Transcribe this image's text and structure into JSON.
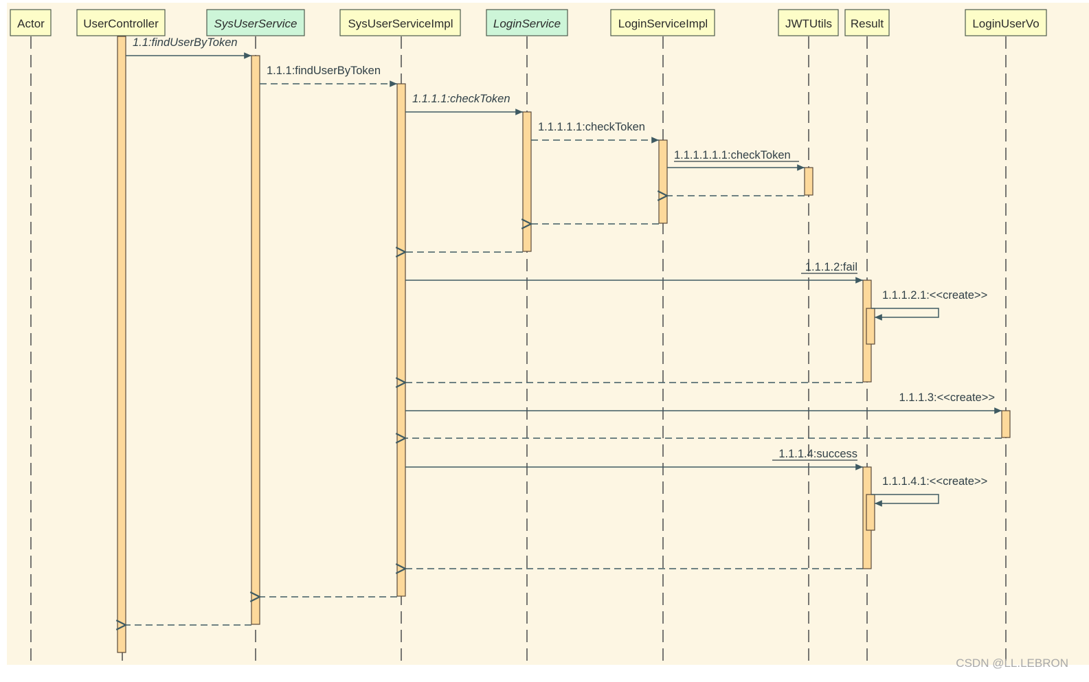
{
  "diagram": {
    "type": "sequence",
    "colors": {
      "background": "#fdf6e3",
      "interface_head": "#cdf5d8",
      "class_head": "#fdfdc8",
      "activation": "#fdd99b",
      "message": "#3e5a62"
    },
    "participants": [
      {
        "id": "actor",
        "name": "Actor",
        "kind": "class"
      },
      {
        "id": "usercontroller",
        "name": "UserController",
        "kind": "class"
      },
      {
        "id": "sysuserservice",
        "name": "SysUserService",
        "kind": "interface"
      },
      {
        "id": "sysuserserviceimpl",
        "name": "SysUserServiceImpl",
        "kind": "class"
      },
      {
        "id": "loginservice",
        "name": "LoginService",
        "kind": "interface"
      },
      {
        "id": "loginserviceimpl",
        "name": "LoginServiceImpl",
        "kind": "class"
      },
      {
        "id": "jwtutils",
        "name": "JWTUtils",
        "kind": "class"
      },
      {
        "id": "result",
        "name": "Result",
        "kind": "class"
      },
      {
        "id": "loginuservo",
        "name": "LoginUserVo",
        "kind": "class"
      }
    ],
    "messages": [
      {
        "from": "usercontroller",
        "to": "sysuserservice",
        "label": "1.1:findUserByToken",
        "kind": "call",
        "italic": true
      },
      {
        "from": "sysuserservice",
        "to": "sysuserserviceimpl",
        "label": "1.1.1:findUserByToken",
        "kind": "call-dashed"
      },
      {
        "from": "sysuserserviceimpl",
        "to": "loginservice",
        "label": "1.1.1.1:checkToken",
        "kind": "call",
        "italic": true
      },
      {
        "from": "loginservice",
        "to": "loginserviceimpl",
        "label": "1.1.1.1.1:checkToken",
        "kind": "call-dashed"
      },
      {
        "from": "loginserviceimpl",
        "to": "jwtutils",
        "label": "1.1.1.1.1.1:checkToken",
        "kind": "call",
        "underline": true
      },
      {
        "from": "jwtutils",
        "to": "loginserviceimpl",
        "label": "",
        "kind": "return"
      },
      {
        "from": "loginserviceimpl",
        "to": "loginservice",
        "label": "",
        "kind": "return"
      },
      {
        "from": "loginservice",
        "to": "sysuserserviceimpl",
        "label": "",
        "kind": "return"
      },
      {
        "from": "sysuserserviceimpl",
        "to": "result",
        "label": "1.1.1.2:fail",
        "kind": "call",
        "underline": true
      },
      {
        "from": "result",
        "to": "result",
        "label": "1.1.1.2.1:<<create>>",
        "kind": "self"
      },
      {
        "from": "result",
        "to": "sysuserserviceimpl",
        "label": "",
        "kind": "return"
      },
      {
        "from": "sysuserserviceimpl",
        "to": "loginuservo",
        "label": "1.1.1.3:<<create>>",
        "kind": "call"
      },
      {
        "from": "loginuservo",
        "to": "sysuserserviceimpl",
        "label": "",
        "kind": "return"
      },
      {
        "from": "sysuserserviceimpl",
        "to": "result",
        "label": "1.1.1.4:success",
        "kind": "call",
        "underline": true
      },
      {
        "from": "result",
        "to": "result",
        "label": "1.1.1.4.1:<<create>>",
        "kind": "self"
      },
      {
        "from": "result",
        "to": "sysuserserviceimpl",
        "label": "",
        "kind": "return"
      },
      {
        "from": "sysuserserviceimpl",
        "to": "sysuserservice",
        "label": "",
        "kind": "return"
      },
      {
        "from": "sysuserservice",
        "to": "usercontroller",
        "label": "",
        "kind": "return"
      }
    ]
  },
  "watermark": "CSDN @LL.LEBRON"
}
